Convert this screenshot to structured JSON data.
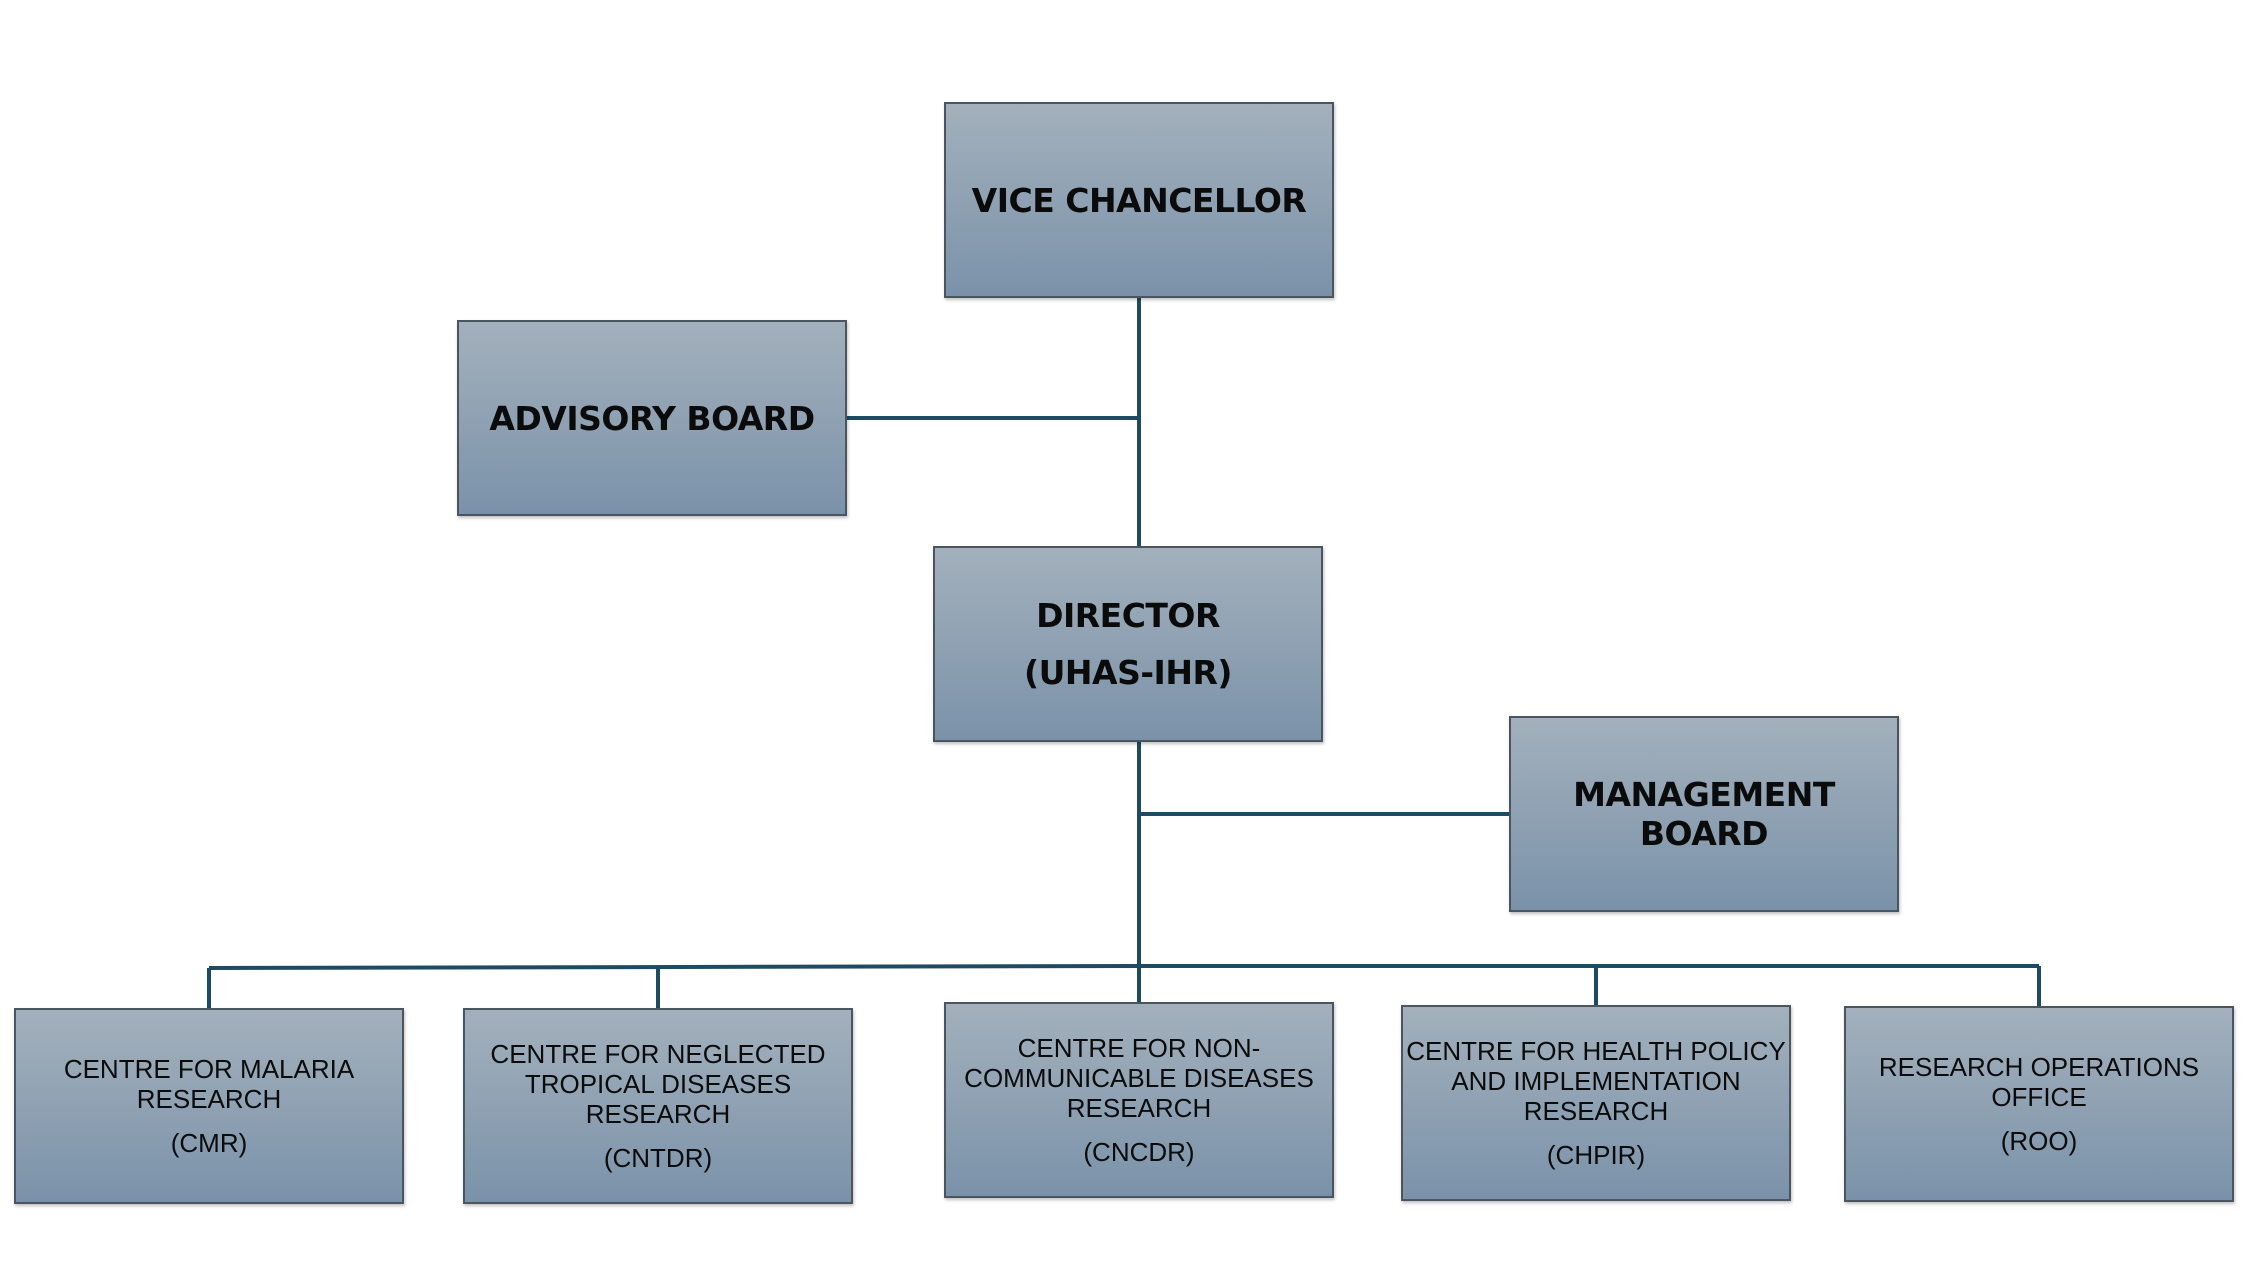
{
  "colors": {
    "connector": "#1f4a63",
    "box_top": "#a3b0bc",
    "box_bottom": "#7a92a9",
    "box_border": "#4a5560",
    "text": "#0b0b0b"
  },
  "nodes": {
    "vice_chancellor": {
      "label": "VICE CHANCELLOR"
    },
    "advisory_board": {
      "label": "ADVISORY BOARD"
    },
    "director": {
      "label": "DIRECTOR",
      "label2": "(UHAS-IHR)"
    },
    "management_board": {
      "label": "MANAGEMENT BOARD"
    },
    "cmr": {
      "lines": [
        "CENTRE FOR MALARIA",
        "RESEARCH"
      ],
      "abbr": "(CMR)"
    },
    "cntdr": {
      "lines": [
        "CENTRE FOR NEGLECTED",
        "TROPICAL DISEASES",
        "RESEARCH"
      ],
      "abbr": "(CNTDR)"
    },
    "cncdr": {
      "lines": [
        "CENTRE FOR NON-",
        "COMMUNICABLE DISEASES",
        "RESEARCH"
      ],
      "abbr": "(CNCDR)"
    },
    "chpir": {
      "lines": [
        "CENTRE FOR HEALTH POLICY",
        "AND IMPLEMENTATION",
        "RESEARCH"
      ],
      "abbr": "(CHPIR)"
    },
    "roo": {
      "lines": [
        "RESEARCH OPERATIONS",
        "OFFICE"
      ],
      "abbr": "(ROO)"
    }
  }
}
